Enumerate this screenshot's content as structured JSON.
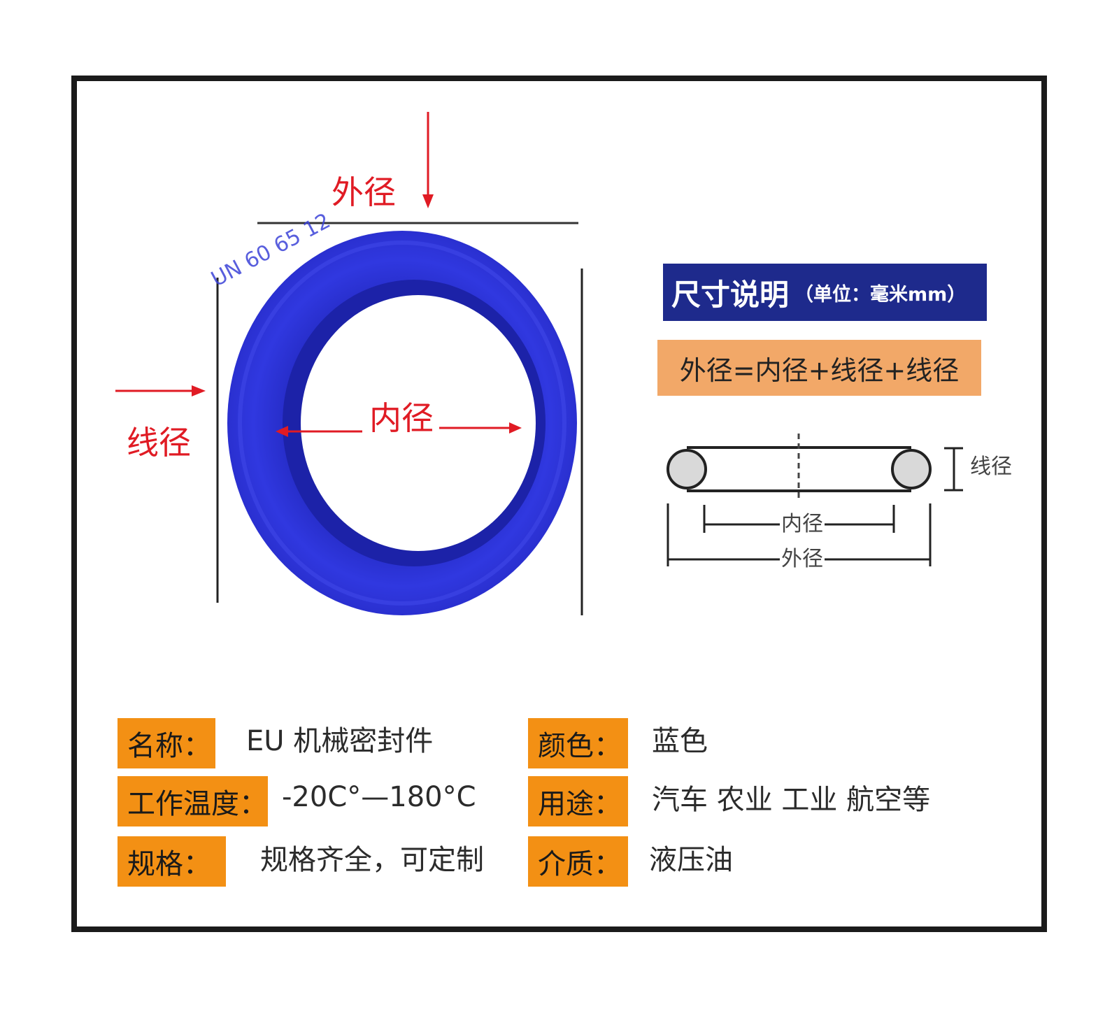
{
  "photo_labels": {
    "outer_diameter": "外径",
    "wire_diameter": "线径",
    "inner_diameter": "内径"
  },
  "ring_engraving": "UN 60 65 12",
  "ring_color": "#2a32d6",
  "arrow_color": "#e01b24",
  "size_note": {
    "title": "尺寸说明",
    "unit": "（单位：毫米mm）",
    "formula": "外径=内径+线径+线径"
  },
  "diagram": {
    "wire": "线径",
    "inner": "内径",
    "outer": "外径"
  },
  "specs": {
    "name_label": "名称：",
    "name_value": "EU 机械密封件",
    "color_label": "颜色：",
    "color_value": "蓝色",
    "temp_label": "工作温度：",
    "temp_value": "-20C°—180°C",
    "use_label": "用途：",
    "use_value": "汽车 农业 工业 航空等",
    "spec_label": "规格：",
    "spec_value": "规格齐全，可定制",
    "medium_label": "介质：",
    "medium_value": "液压油"
  }
}
